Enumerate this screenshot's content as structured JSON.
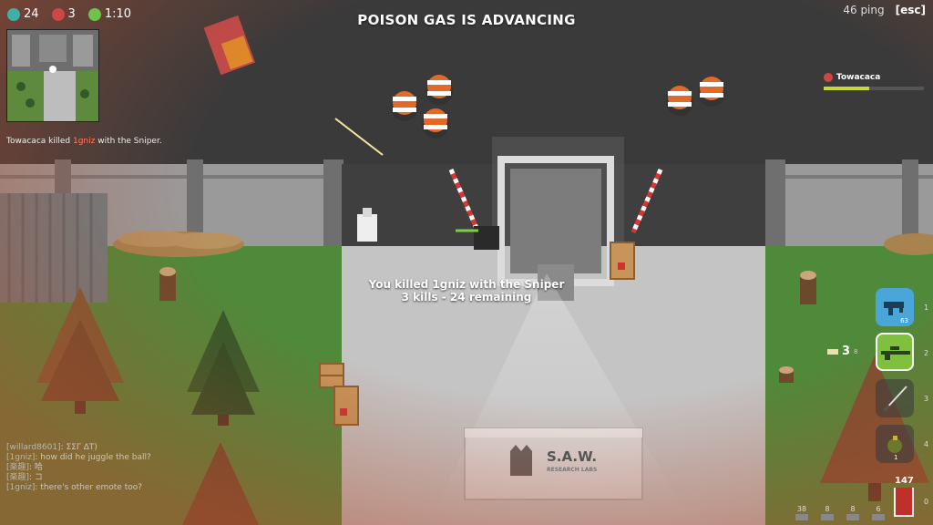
{
  "hud": {
    "players_alive": "24",
    "kills": "3",
    "timer": "1:10",
    "ping": "46 ping",
    "esc": "[esc]",
    "gas_warning": "POISON GAS IS ADVANCING"
  },
  "killfeed": {
    "killer": "Towacaca",
    "middle": " killed ",
    "victim": "1gniz",
    "suffix": " with the Sniper."
  },
  "center_message": {
    "line1": "You killed 1gniz with the Sniper",
    "line2": "3 kills - 24 remaining"
  },
  "player_card": {
    "name": "Towacaca",
    "health_fraction": 0.45
  },
  "chat": [
    {
      "user": "[willard8601]",
      "text": ": ΣΣΓ ΔΤ)"
    },
    {
      "user": "[1gniz]",
      "text": ": how did he juggle the ball?"
    },
    {
      "user": "[楽趣]",
      "text": ": 哈"
    },
    {
      "user": "[楽趣]",
      "text": ": コ"
    },
    {
      "user": "[1gniz]",
      "text": ": there's other emote too?"
    }
  ],
  "inventory": {
    "slot1_ammo": "63",
    "slot2_loaded": "3",
    "slot2_reserve": "8",
    "slot4_count": "1",
    "health_value": "147",
    "slot_numbers": [
      "1",
      "2",
      "3",
      "4",
      "0"
    ]
  },
  "ammo_counts": [
    "38",
    "8",
    "8",
    "6"
  ],
  "sign": {
    "title": "S.A.W.",
    "subtitle": "RESEARCH LABS"
  },
  "colors": {
    "grass": "#4e8a3a",
    "concrete": "#bdbdbd",
    "asphalt": "#3b3b3b",
    "gas": "#b34d30",
    "selected_slot": "#7fc03c",
    "slot1": "#4aa6d8"
  }
}
